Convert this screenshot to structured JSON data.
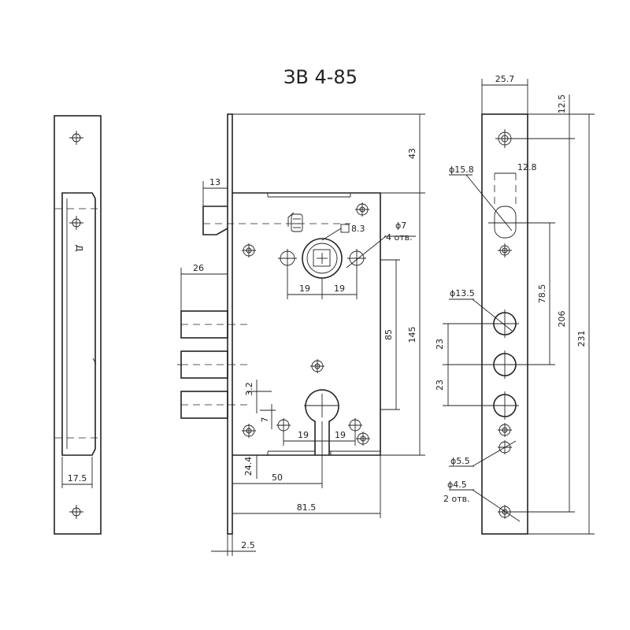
{
  "title": "ЗВ 4-85",
  "dimensions": {
    "faceplate_width": "25.7",
    "top_hole_offset": "12.5",
    "d_latch": "ϕ15.8",
    "latch_width": "12.8",
    "d_bolt": "ϕ13.5",
    "latch_to_bolt": "78.5",
    "total_206": "206",
    "total_231": "231",
    "bolt_pitch_1": "23",
    "bolt_pitch_2": "23",
    "d_5_5": "ϕ5.5",
    "d_4_5": "ϕ4.5",
    "holes_2": "2 отв.",
    "top_43": "43",
    "latch_13": "13",
    "square_8_3": "8.3",
    "d_7": "ϕ7",
    "holes_4": "4 отв.",
    "bolt_throw_26": "26",
    "spacing_19_a": "19",
    "spacing_19_b": "19",
    "height_85": "85",
    "height_145": "145",
    "dim_3_2": "3.2",
    "dim_7": "7",
    "spacing_19_c": "19",
    "spacing_19_d": "19",
    "dim_24_4": "24.4",
    "backset_50": "50",
    "depth_81_5": "81.5",
    "plate_2_5": "2.5",
    "strike_17_5": "17.5",
    "strike_mark": "Д"
  }
}
